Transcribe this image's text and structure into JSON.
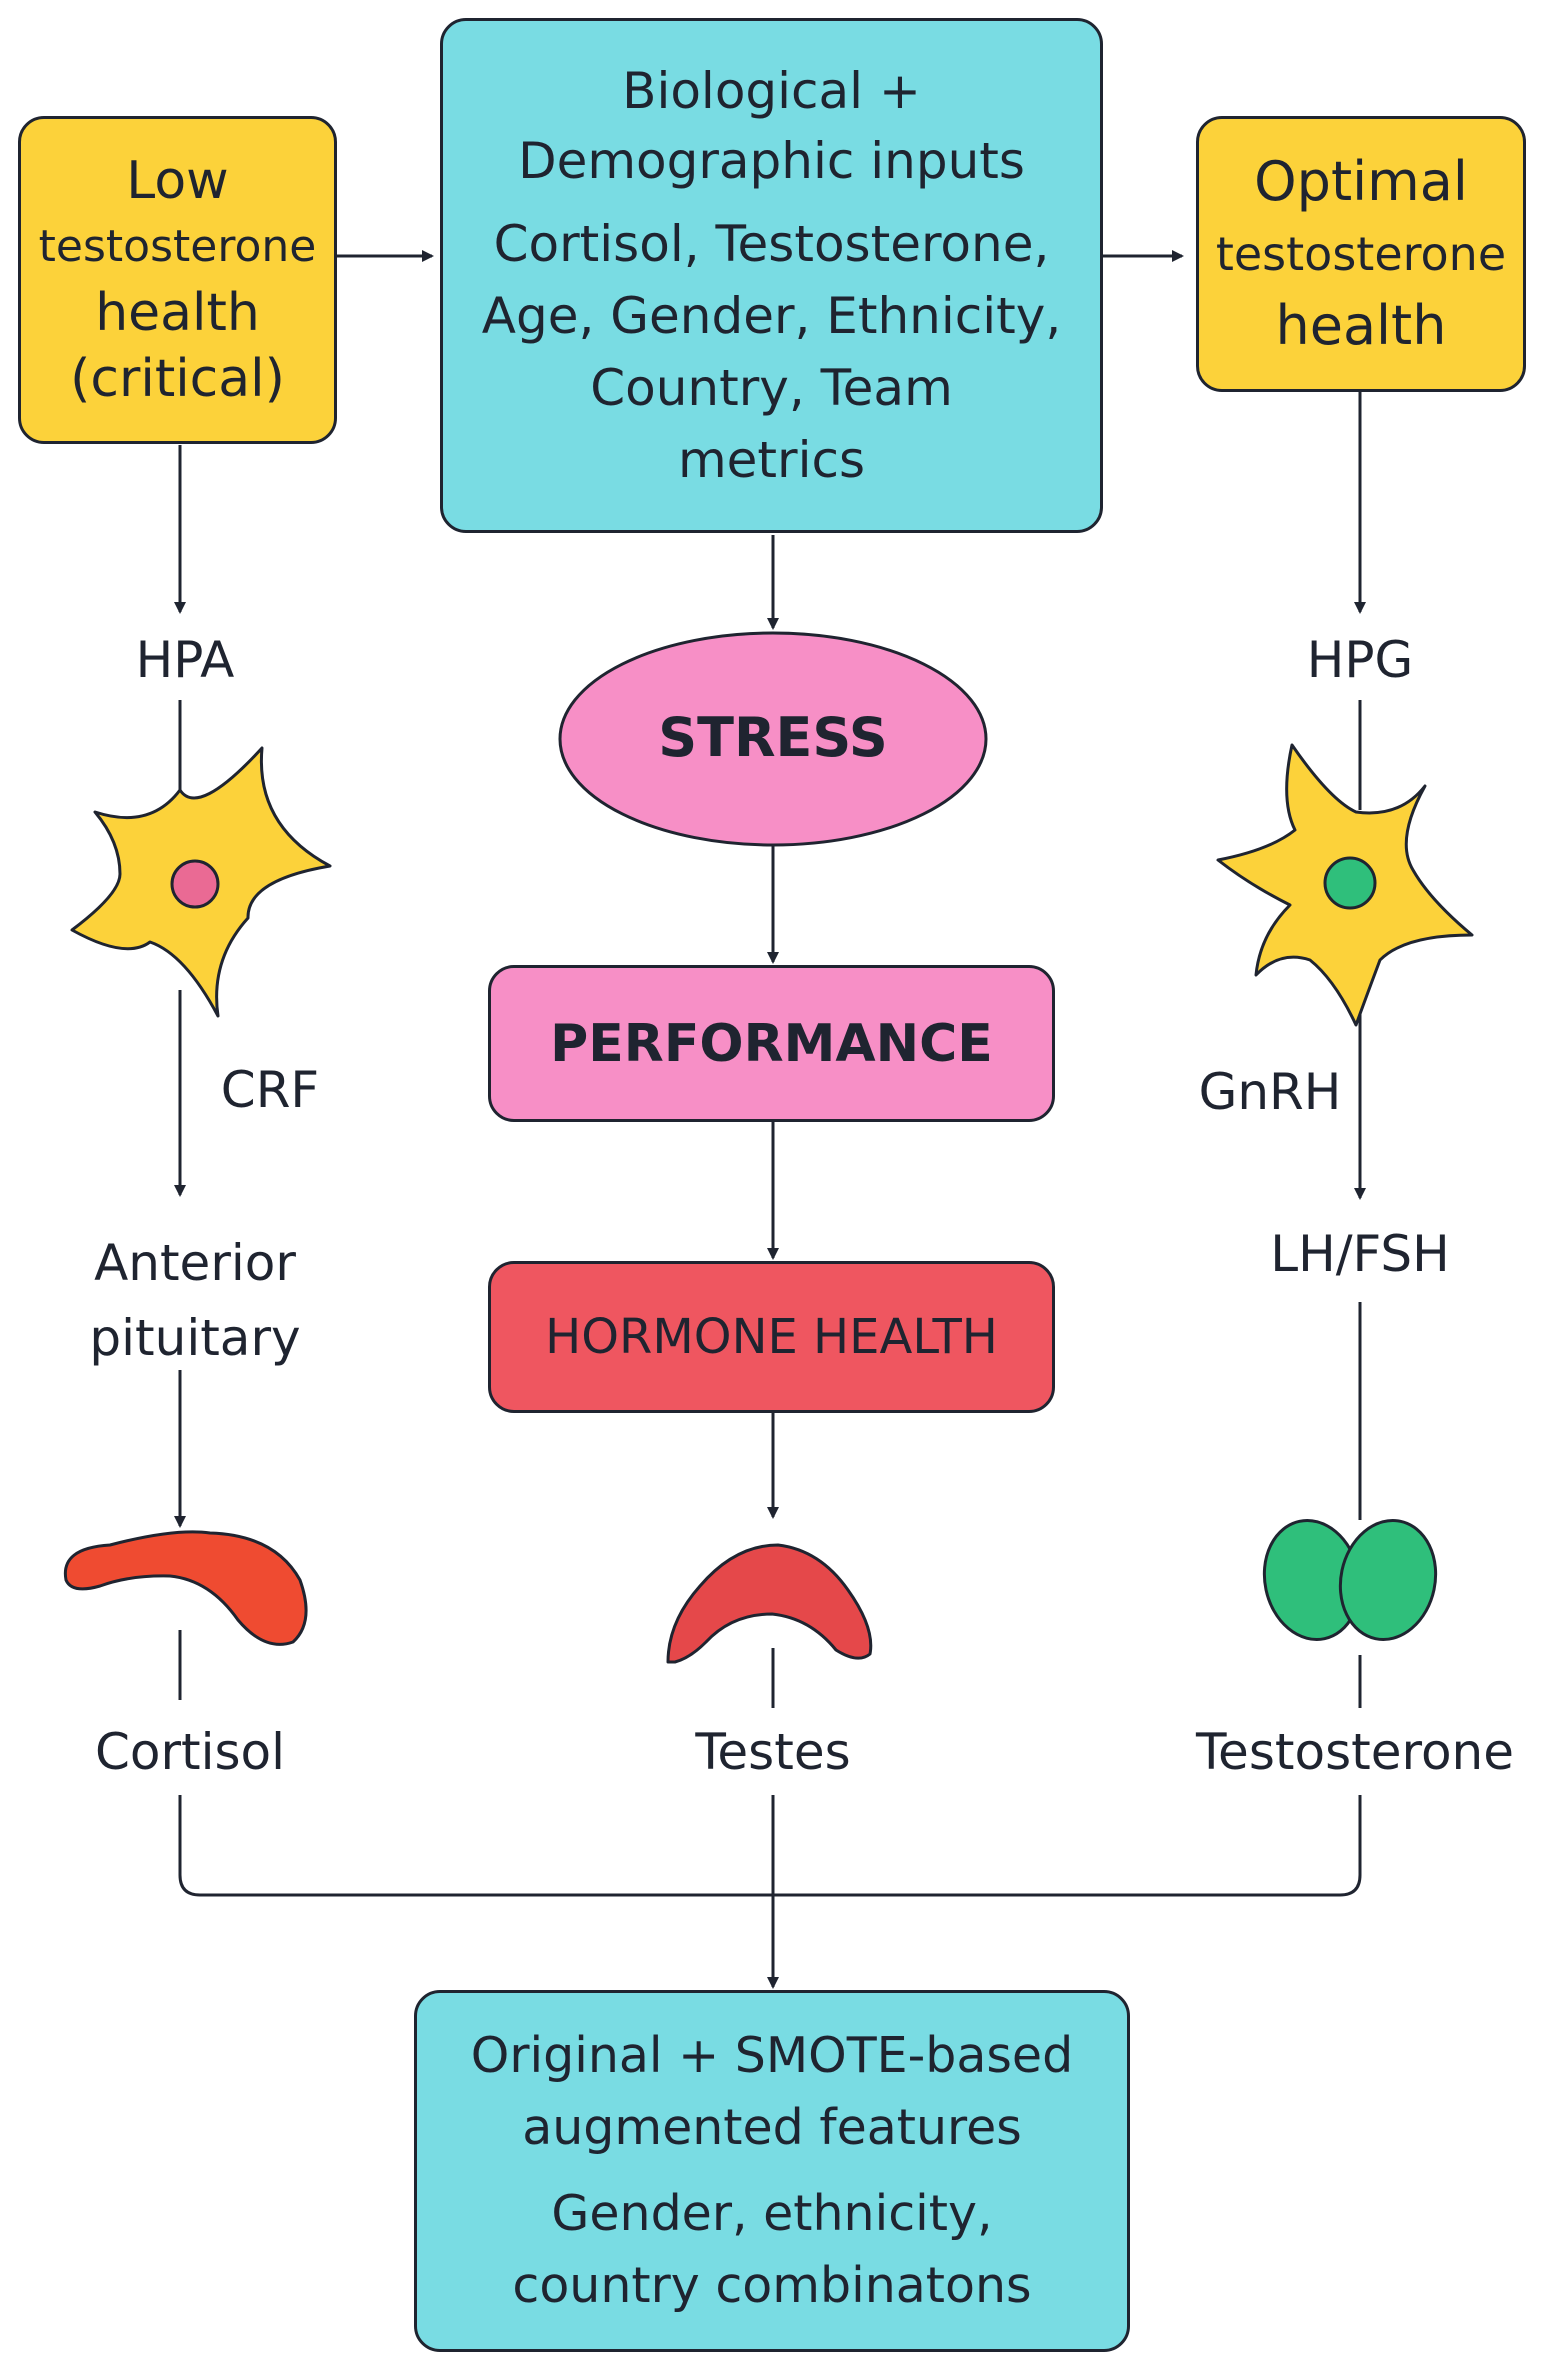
{
  "colors": {
    "yellow_box": "#fcd23a",
    "cyan_box": "#79dce3",
    "pink_box": "#f78fc6",
    "red_box": "#ef5660",
    "neuron": "#fcd23a",
    "hpa_nucleus": "#ea6a94",
    "hpg_nucleus": "#2fbf7b",
    "cortisol_gland": "#ef4b31",
    "testes_gland": "#e5484a",
    "testosterone_gland": "#2fbf7b",
    "line": "#1f2430"
  },
  "boxes": {
    "low_testosterone": {
      "line1": "Low",
      "line2": "testosterone",
      "line3": "health",
      "line4": "(critical)"
    },
    "inputs": {
      "title": "Biological +\nDemographic inputs",
      "body": "Cortisol, Testosterone,\nAge, Gender, Ethnicity,\nCountry, Team\nmetrics"
    },
    "optimal_testosterone": {
      "line1": "Optimal",
      "line2": "testosterone",
      "line3": "health"
    },
    "stress": "STRESS",
    "performance": "PERFORMANCE",
    "hormone_health": "HORMONE HEALTH",
    "output": {
      "title": "Original + SMOTE-based\naugmented features",
      "body": "Gender, ethnicity,\ncountry combinatons"
    }
  },
  "left_pathway": {
    "axis": "HPA",
    "hormone": "CRF",
    "gland": "Anterior\npituitary",
    "product": "Cortisol",
    "neuron_icon": "neuron-icon",
    "gland_icon": "adrenal-icon"
  },
  "center_pathway": {
    "product": "Testes",
    "gland_icon": "testes-icon"
  },
  "right_pathway": {
    "axis": "HPG",
    "hormone": "GnRH",
    "gland": "LH/FSH",
    "product": "Testosterone",
    "neuron_icon": "neuron-icon",
    "gland_icon": "gland-icon"
  }
}
